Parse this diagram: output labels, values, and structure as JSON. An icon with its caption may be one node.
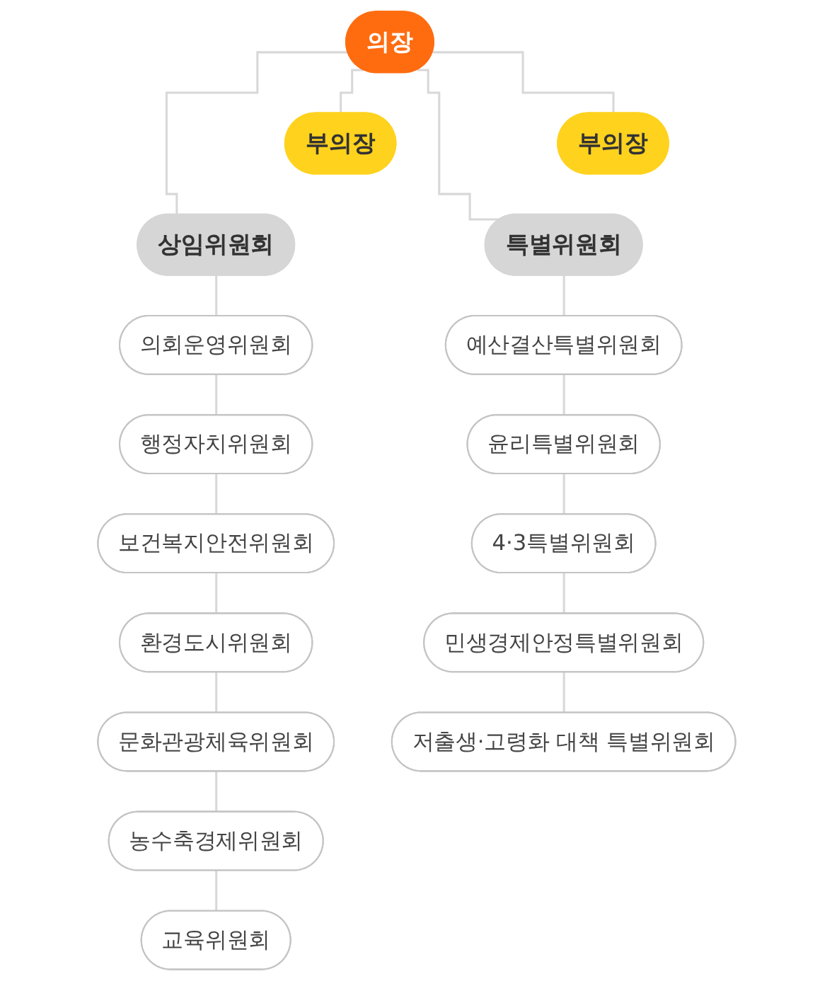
{
  "diagram": {
    "nodes": [
      {
        "text": [
          "의장"
        ]
      },
      {
        "text": [
          "부의장"
        ]
      },
      {
        "text": [
          "부의장"
        ]
      },
      {
        "text": [
          "상임위원회"
        ]
      },
      {
        "text": [
          "특별위원회"
        ]
      },
      {
        "text": [
          "의회운영위원회"
        ]
      },
      {
        "text": [
          "행정자치위원회"
        ]
      },
      {
        "text": [
          "보건복지안전위원회"
        ]
      },
      {
        "text": [
          "환경도시위원회"
        ]
      },
      {
        "text": [
          "문화관광체육위원회"
        ]
      },
      {
        "text": [
          "농수축경제위원회"
        ]
      },
      {
        "text": [
          "교육위원회"
        ]
      },
      {
        "text": [
          "예산결산특별위원회"
        ]
      },
      {
        "text": [
          "윤리특별위원회"
        ]
      },
      {
        "text": [
          "4·3특별위원회"
        ]
      },
      {
        "text": [
          "민생경제안정특별위원회"
        ]
      },
      {
        "text": [
          "저출생·고령화 대책 특별위원회"
        ]
      }
    ],
    "edges": [
      {
        "from": 0,
        "to": 1,
        "arrow": "none"
      },
      {
        "from": 0,
        "to": 2,
        "arrow": "none"
      },
      {
        "from": 0,
        "to": 3,
        "arrow": "none"
      },
      {
        "from": 0,
        "to": 4,
        "arrow": "none"
      },
      {
        "from": 3,
        "to": 5,
        "arrow": "none"
      },
      {
        "from": 5,
        "to": 6,
        "arrow": "none"
      },
      {
        "from": 6,
        "to": 7,
        "arrow": "none"
      },
      {
        "from": 7,
        "to": 8,
        "arrow": "none"
      },
      {
        "from": 8,
        "to": 9,
        "arrow": "none"
      },
      {
        "from": 9,
        "to": 10,
        "arrow": "none"
      },
      {
        "from": 10,
        "to": 11,
        "arrow": "none"
      },
      {
        "from": 4,
        "to": 12,
        "arrow": "none"
      },
      {
        "from": 12,
        "to": 13,
        "arrow": "none"
      },
      {
        "from": 13,
        "to": 14,
        "arrow": "none"
      },
      {
        "from": 14,
        "to": 15,
        "arrow": "none"
      },
      {
        "from": 15,
        "to": 16,
        "arrow": "none"
      }
    ]
  }
}
